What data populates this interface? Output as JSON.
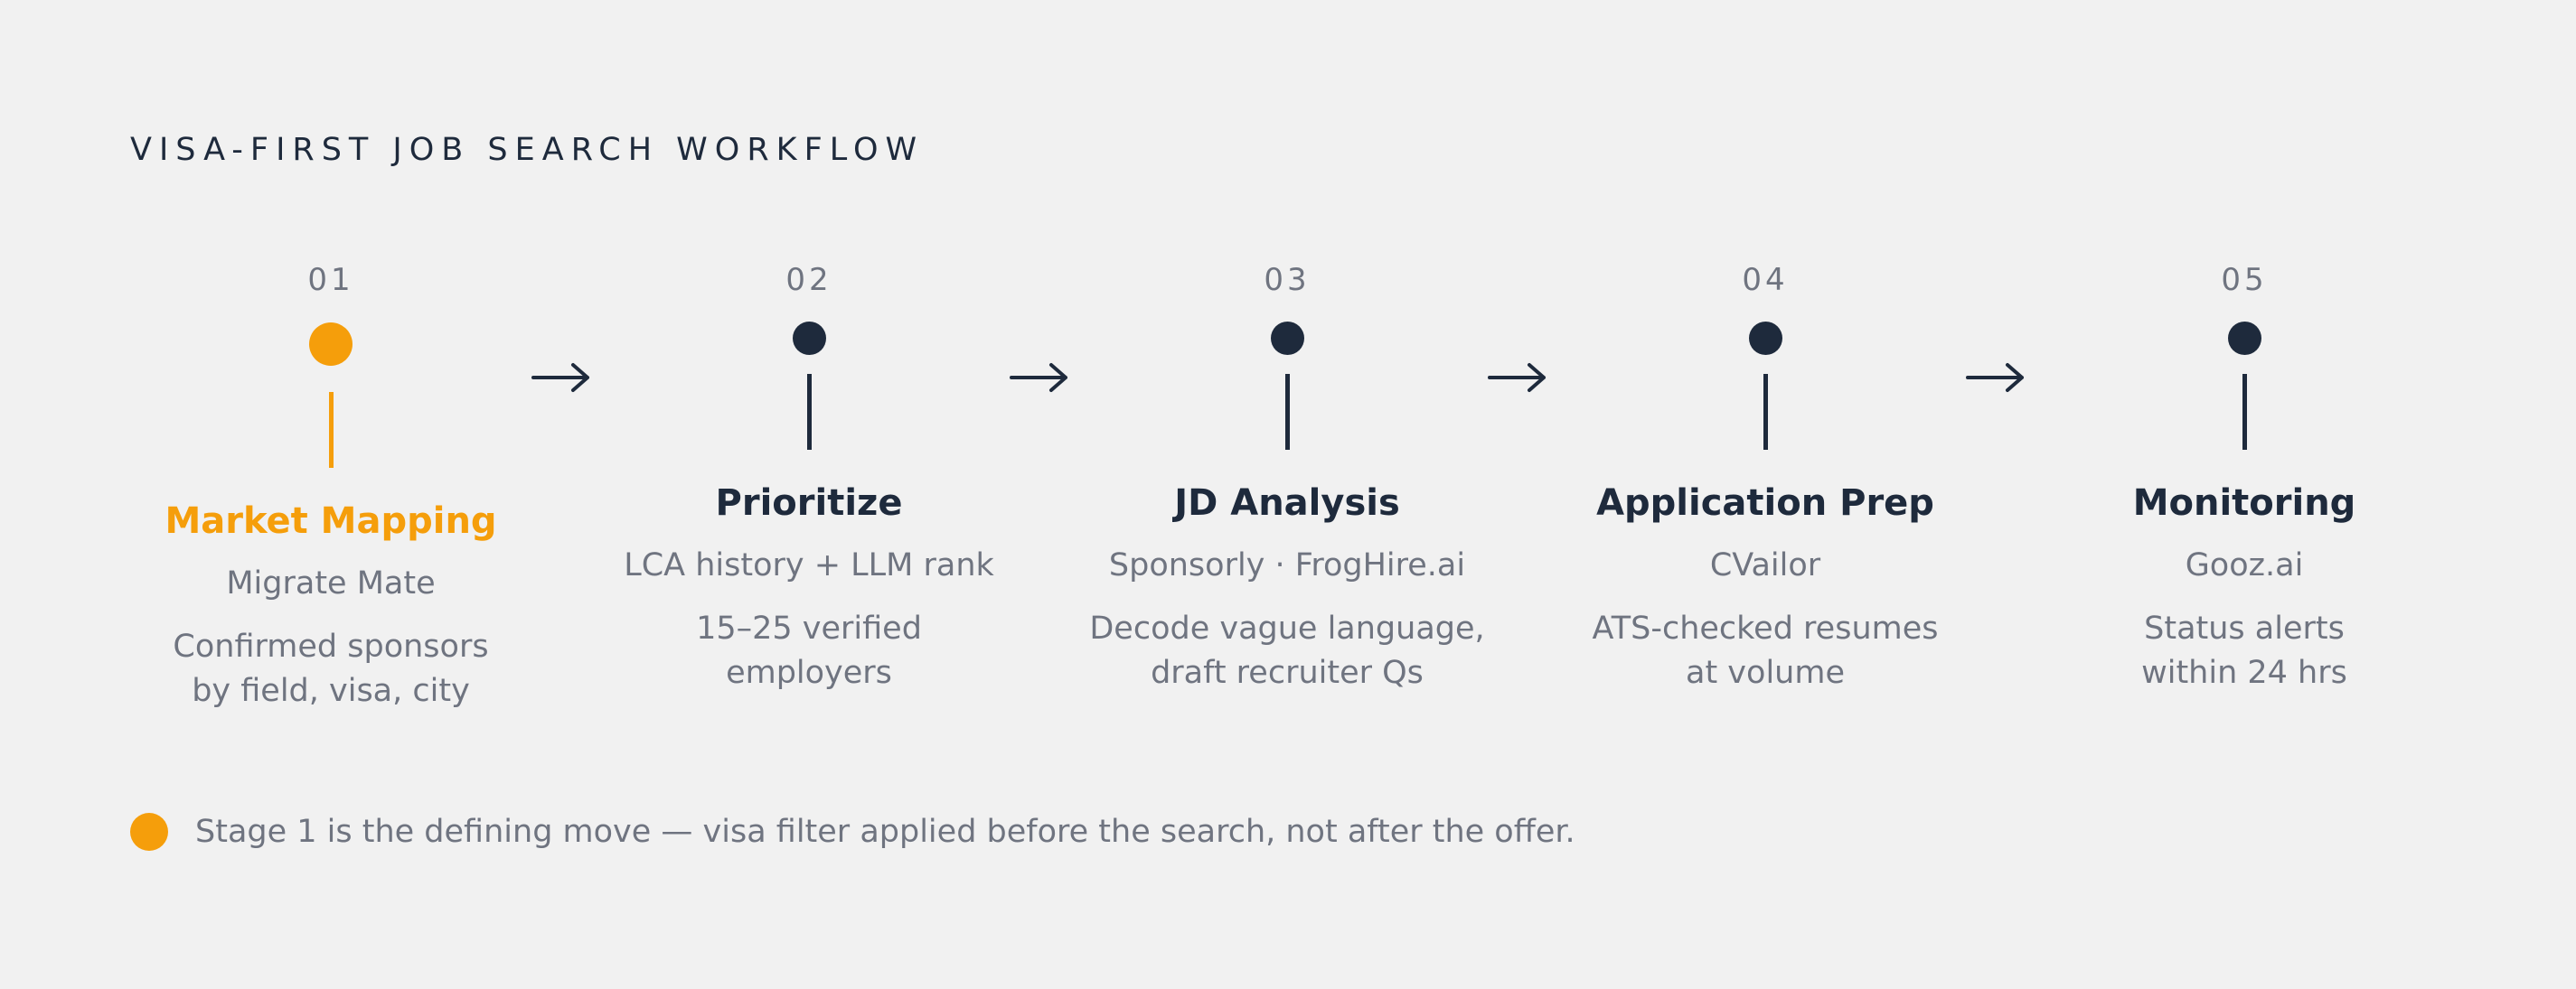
{
  "heading": "VISA-FIRST JOB SEARCH WORKFLOW",
  "accent_color": "#f59e0b",
  "dark_color": "#1e2a3c",
  "stages": [
    {
      "number": "01",
      "title": "Market Mapping",
      "tool": "Migrate Mate",
      "desc_line1": "Confirmed sponsors",
      "desc_line2": "by field, visa, city",
      "active": true
    },
    {
      "number": "02",
      "title": "Prioritize",
      "tool": "LCA history + LLM rank",
      "desc_line1": "15–25 verified",
      "desc_line2": "employers",
      "active": false
    },
    {
      "number": "03",
      "title": "JD Analysis",
      "tool": "Sponsorly · FrogHire.ai",
      "desc_line1": "Decode vague language,",
      "desc_line2": "draft recruiter Qs",
      "active": false
    },
    {
      "number": "04",
      "title": "Application Prep",
      "tool": "CVailor",
      "desc_line1": "ATS-checked resumes",
      "desc_line2": "at volume",
      "active": false
    },
    {
      "number": "05",
      "title": "Monitoring",
      "tool": "Gooz.ai",
      "desc_line1": "Status alerts",
      "desc_line2": "within 24 hrs",
      "active": false
    }
  ],
  "note": "Stage 1 is the defining move — visa filter applied before the search, not after the offer."
}
